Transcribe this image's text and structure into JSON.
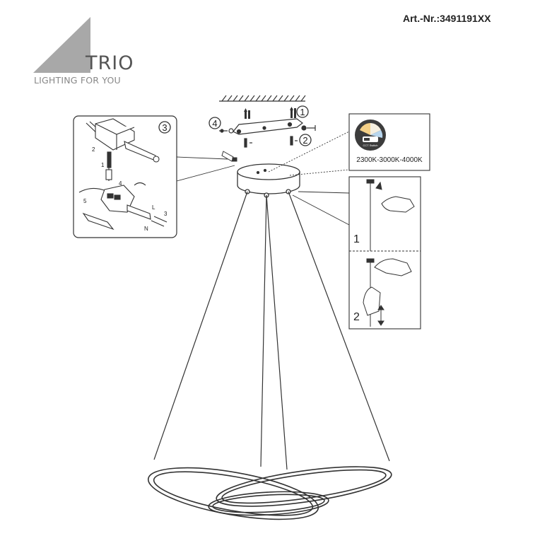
{
  "header": {
    "article_number": "Art.-Nr.:3491191XX"
  },
  "logo": {
    "brand": "TRIO",
    "tagline": "LIGHTING FOR YOU"
  },
  "color_temperature": {
    "values": "2300K-3000K-4000K",
    "switch_label": "CCT Switch"
  },
  "callouts": {
    "one": "1",
    "two": "2",
    "three": "3",
    "four": "4"
  },
  "wiring_detail": {
    "labels": [
      "1",
      "2",
      "3",
      "4",
      "5",
      "L",
      "N"
    ]
  },
  "height_adjust": {
    "step_one": "1",
    "step_two": "2"
  },
  "colors": {
    "line": "#333333",
    "logo_triangle": "#a8a8a8",
    "cct_warm": "#f3cf86",
    "cct_neutral": "#f5efe0",
    "cct_cool": "#b8d6ee",
    "cct_dark": "#3c3c3c"
  }
}
